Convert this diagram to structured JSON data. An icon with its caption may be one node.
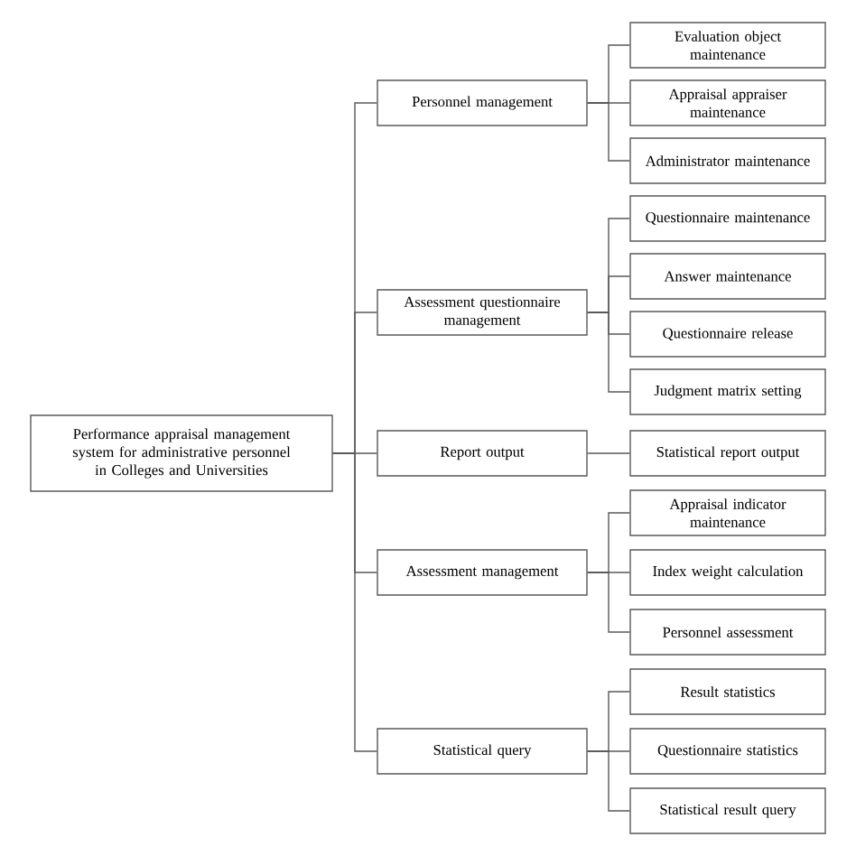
{
  "diagram": {
    "nodes": [
      {
        "text": [
          "Performance appraisal management system for administrative personnel in Colleges and Universities"
        ]
      },
      {
        "text": [
          "Personnel management"
        ]
      },
      {
        "text": [
          "Evaluation object maintenance"
        ]
      },
      {
        "text": [
          "Appraisal appraiser maintenance"
        ]
      },
      {
        "text": [
          "Administrator maintenance"
        ]
      },
      {
        "text": [
          "Assessment questionnaire management"
        ]
      },
      {
        "text": [
          "Questionnaire maintenance"
        ]
      },
      {
        "text": [
          "Answer maintenance"
        ]
      },
      {
        "text": [
          "Questionnaire release"
        ]
      },
      {
        "text": [
          "Judgment matrix setting"
        ]
      },
      {
        "text": [
          "Report output"
        ]
      },
      {
        "text": [
          "Statistical report output"
        ]
      },
      {
        "text": [
          "Assessment management"
        ]
      },
      {
        "text": [
          "Appraisal indicator maintenance"
        ]
      },
      {
        "text": [
          "Index weight calculation"
        ]
      },
      {
        "text": [
          "Personnel assessment"
        ]
      },
      {
        "text": [
          "Statistical query"
        ]
      },
      {
        "text": [
          "Result statistics"
        ]
      },
      {
        "text": [
          "Questionnaire statistics"
        ]
      },
      {
        "text": [
          "Statistical result query"
        ]
      }
    ],
    "edges": [
      {
        "from": 0,
        "to": 1,
        "arrow": "none"
      },
      {
        "from": 1,
        "to": 2,
        "arrow": "none"
      },
      {
        "from": 1,
        "to": 3,
        "arrow": "none"
      },
      {
        "from": 1,
        "to": 4,
        "arrow": "none"
      },
      {
        "from": 0,
        "to": 5,
        "arrow": "none"
      },
      {
        "from": 5,
        "to": 6,
        "arrow": "none"
      },
      {
        "from": 5,
        "to": 7,
        "arrow": "none"
      },
      {
        "from": 5,
        "to": 8,
        "arrow": "none"
      },
      {
        "from": 5,
        "to": 9,
        "arrow": "none"
      },
      {
        "from": 0,
        "to": 10,
        "arrow": "none"
      },
      {
        "from": 10,
        "to": 11,
        "arrow": "none"
      },
      {
        "from": 0,
        "to": 12,
        "arrow": "none"
      },
      {
        "from": 12,
        "to": 13,
        "arrow": "none"
      },
      {
        "from": 12,
        "to": 14,
        "arrow": "none"
      },
      {
        "from": 12,
        "to": 15,
        "arrow": "none"
      },
      {
        "from": 0,
        "to": 16,
        "arrow": "none"
      },
      {
        "from": 16,
        "to": 17,
        "arrow": "none"
      },
      {
        "from": 16,
        "to": 18,
        "arrow": "none"
      },
      {
        "from": 16,
        "to": 19,
        "arrow": "none"
      }
    ]
  }
}
